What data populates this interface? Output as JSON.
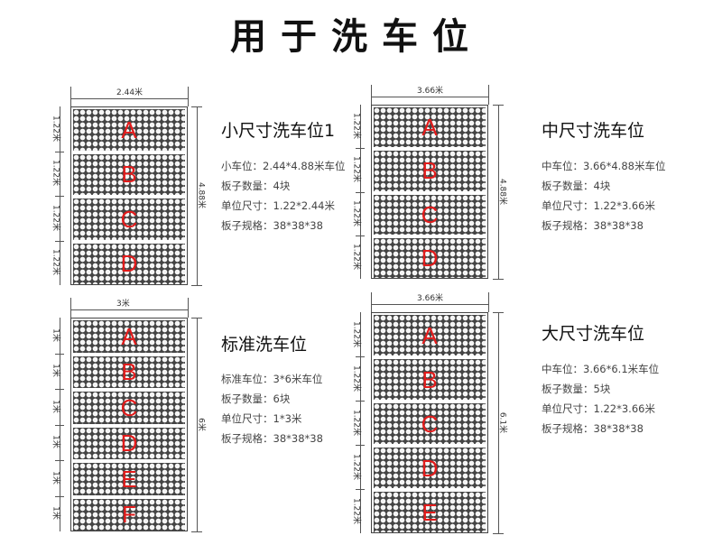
{
  "title": "用于洗车位",
  "panels": [
    {
      "name": "small",
      "top_dim": "2.44米",
      "side_dim": "4.88米",
      "plate_dims": [
        "1.22米",
        "1.22米",
        "1.22米",
        "1.22米"
      ],
      "letters": [
        "A",
        "B",
        "C",
        "D"
      ],
      "heading": "小尺寸洗车位1",
      "specs": [
        "小车位：2.44*4.88米车位",
        "板子数量：4块",
        "单位尺寸：1.22*2.44米",
        "板子规格：38*38*38"
      ]
    },
    {
      "name": "medium",
      "top_dim": "3.66米",
      "side_dim": "4.88米",
      "plate_dims": [
        "1.22米",
        "1.22米",
        "1.22米",
        "1.22米"
      ],
      "letters": [
        "A",
        "B",
        "C",
        "D"
      ],
      "heading": "中尺寸洗车位",
      "specs": [
        "中车位：3.66*4.88米车位",
        "板子数量：4块",
        "单位尺寸：1.22*3.66米",
        "板子规格：38*38*38"
      ]
    },
    {
      "name": "standard",
      "top_dim": "3米",
      "side_dim": "6米",
      "plate_dims": [
        "1米",
        "1米",
        "1米",
        "1米",
        "1米",
        "1米"
      ],
      "letters": [
        "A",
        "B",
        "C",
        "D",
        "E",
        "F"
      ],
      "heading": "标准洗车位",
      "specs": [
        "标准车位：3*6米车位",
        "板子数量：6块",
        "单位尺寸：1*3米",
        "板子规格：38*38*38"
      ]
    },
    {
      "name": "large",
      "top_dim": "3.66米",
      "side_dim": "6.1米",
      "plate_dims": [
        "1.22米",
        "1.22米",
        "1.22米",
        "1.22米",
        "1.22米"
      ],
      "letters": [
        "A",
        "B",
        "C",
        "D",
        "E"
      ],
      "heading": "大尺寸洗车位",
      "specs": [
        "中车位：3.66*6.1米车位",
        "板子数量：5块",
        "单位尺寸：1.22*3.66米",
        "板子规格：38*38*38"
      ]
    }
  ]
}
